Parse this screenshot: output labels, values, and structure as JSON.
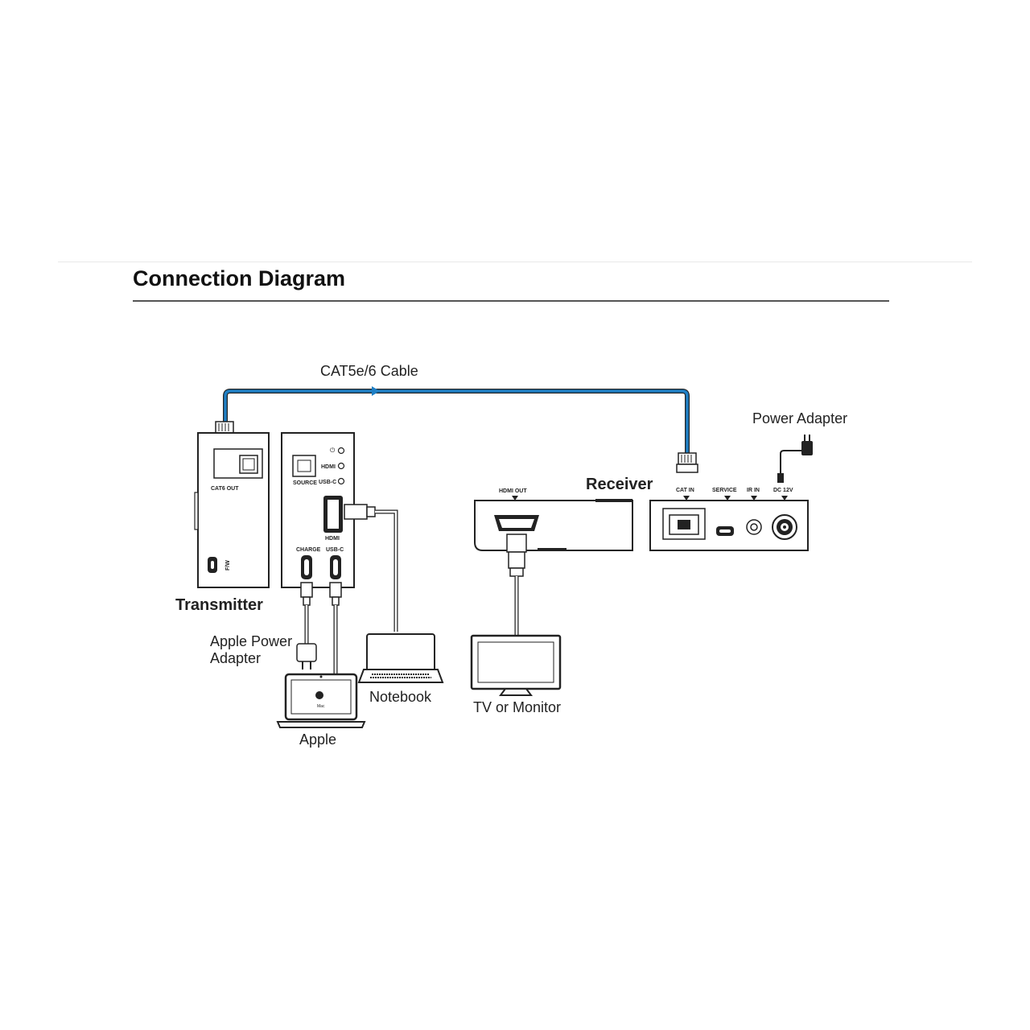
{
  "header": {
    "title": "Connection Diagram"
  },
  "labels": {
    "cable": "CAT5e/6 Cable",
    "power_adapter": "Power Adapter",
    "receiver": "Receiver",
    "transmitter": "Transmitter",
    "apple_power_line1": "Apple Power",
    "apple_power_line2": "Adapter",
    "notebook": "Notebook",
    "tv_monitor": "TV or Monitor",
    "apple": "Apple"
  },
  "ports": {
    "cat6_out": "CAT6 OUT",
    "fw": "F/W",
    "source": "SOURCE",
    "led_hdmi": "HDMI",
    "led_usbc": "USB-C",
    "hdmi": "HDMI",
    "charge": "CHARGE",
    "usbc": "USB-C",
    "hdmi_out": "HDMI OUT",
    "cat_in": "CAT IN",
    "service": "SERVICE",
    "ir_in": "IR IN",
    "dc12v": "DC 12V",
    "mac": "Mac"
  },
  "colors": {
    "cable": "#1f7fc4",
    "line": "#333333"
  }
}
